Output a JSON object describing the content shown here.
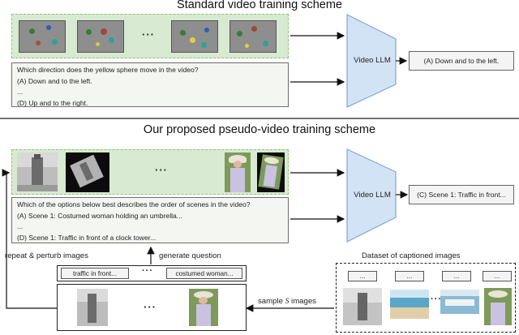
{
  "top": {
    "title": "Standard video training scheme",
    "ellipsis": "···",
    "question_lines": [
      "Which direction does the yellow sphere move in the video?",
      "(A) Down and to the left.",
      "...",
      "(D) Up and to the right."
    ],
    "model_label": "Video LLM",
    "answer": "(A) Down and to the left."
  },
  "bottom": {
    "title": "Our proposed pseudo-video training scheme",
    "ellipsis": "···",
    "question_lines": [
      "Which of the options below best describes the order of scenes in the video?",
      "(A) Scene 1: Costumed woman holding an umbrella...",
      "...",
      "(D) Scene 1: Traffic in front of a clock tower..."
    ],
    "model_label": "Video LLM",
    "answer": "(C) Scene 1: Traffic in front...",
    "repeat_label": "repeat & perturb images",
    "generate_label": "generate question",
    "captions": [
      "traffic in front...",
      "costumed woman..."
    ],
    "caption_ellipsis": "···",
    "sample_label_pre": "sample ",
    "sample_label_var": "S",
    "sample_label_post": " images",
    "dataset_title": "Dataset of captioned images",
    "dataset_captions": [
      "...",
      "...",
      "...",
      "..."
    ],
    "dataset_ellipsis": "···"
  },
  "colors": {
    "filmstrip_fill": "#d8ead2",
    "filmstrip_border": "#8cc47a",
    "llm_fill": "#d3e3f6",
    "llm_stroke": "#7fa6d6"
  }
}
